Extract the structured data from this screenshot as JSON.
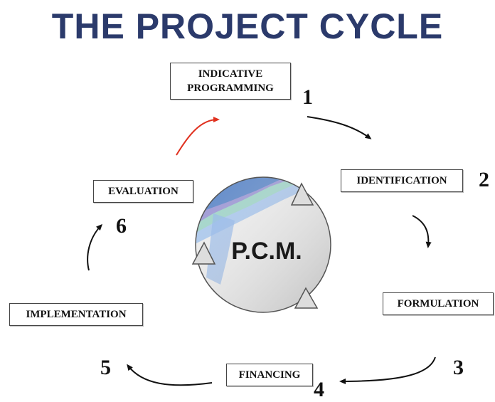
{
  "title": "THE PROJECT CYCLE",
  "center_label": "P.C.M.",
  "stages": [
    {
      "label": "INDICATIVE PROGRAMMING",
      "number": "1"
    },
    {
      "label": "IDENTIFICATION",
      "number": "2"
    },
    {
      "label": "FORMULATION",
      "number": "3"
    },
    {
      "label": "FINANCING",
      "number": "4"
    },
    {
      "label": "IMPLEMENTATION",
      "number": "5"
    },
    {
      "label": "EVALUATION",
      "number": "6"
    }
  ],
  "colors": {
    "title": "#2b3a6b",
    "arrow": "#111111",
    "feedback_arrow": "#e0301e"
  }
}
